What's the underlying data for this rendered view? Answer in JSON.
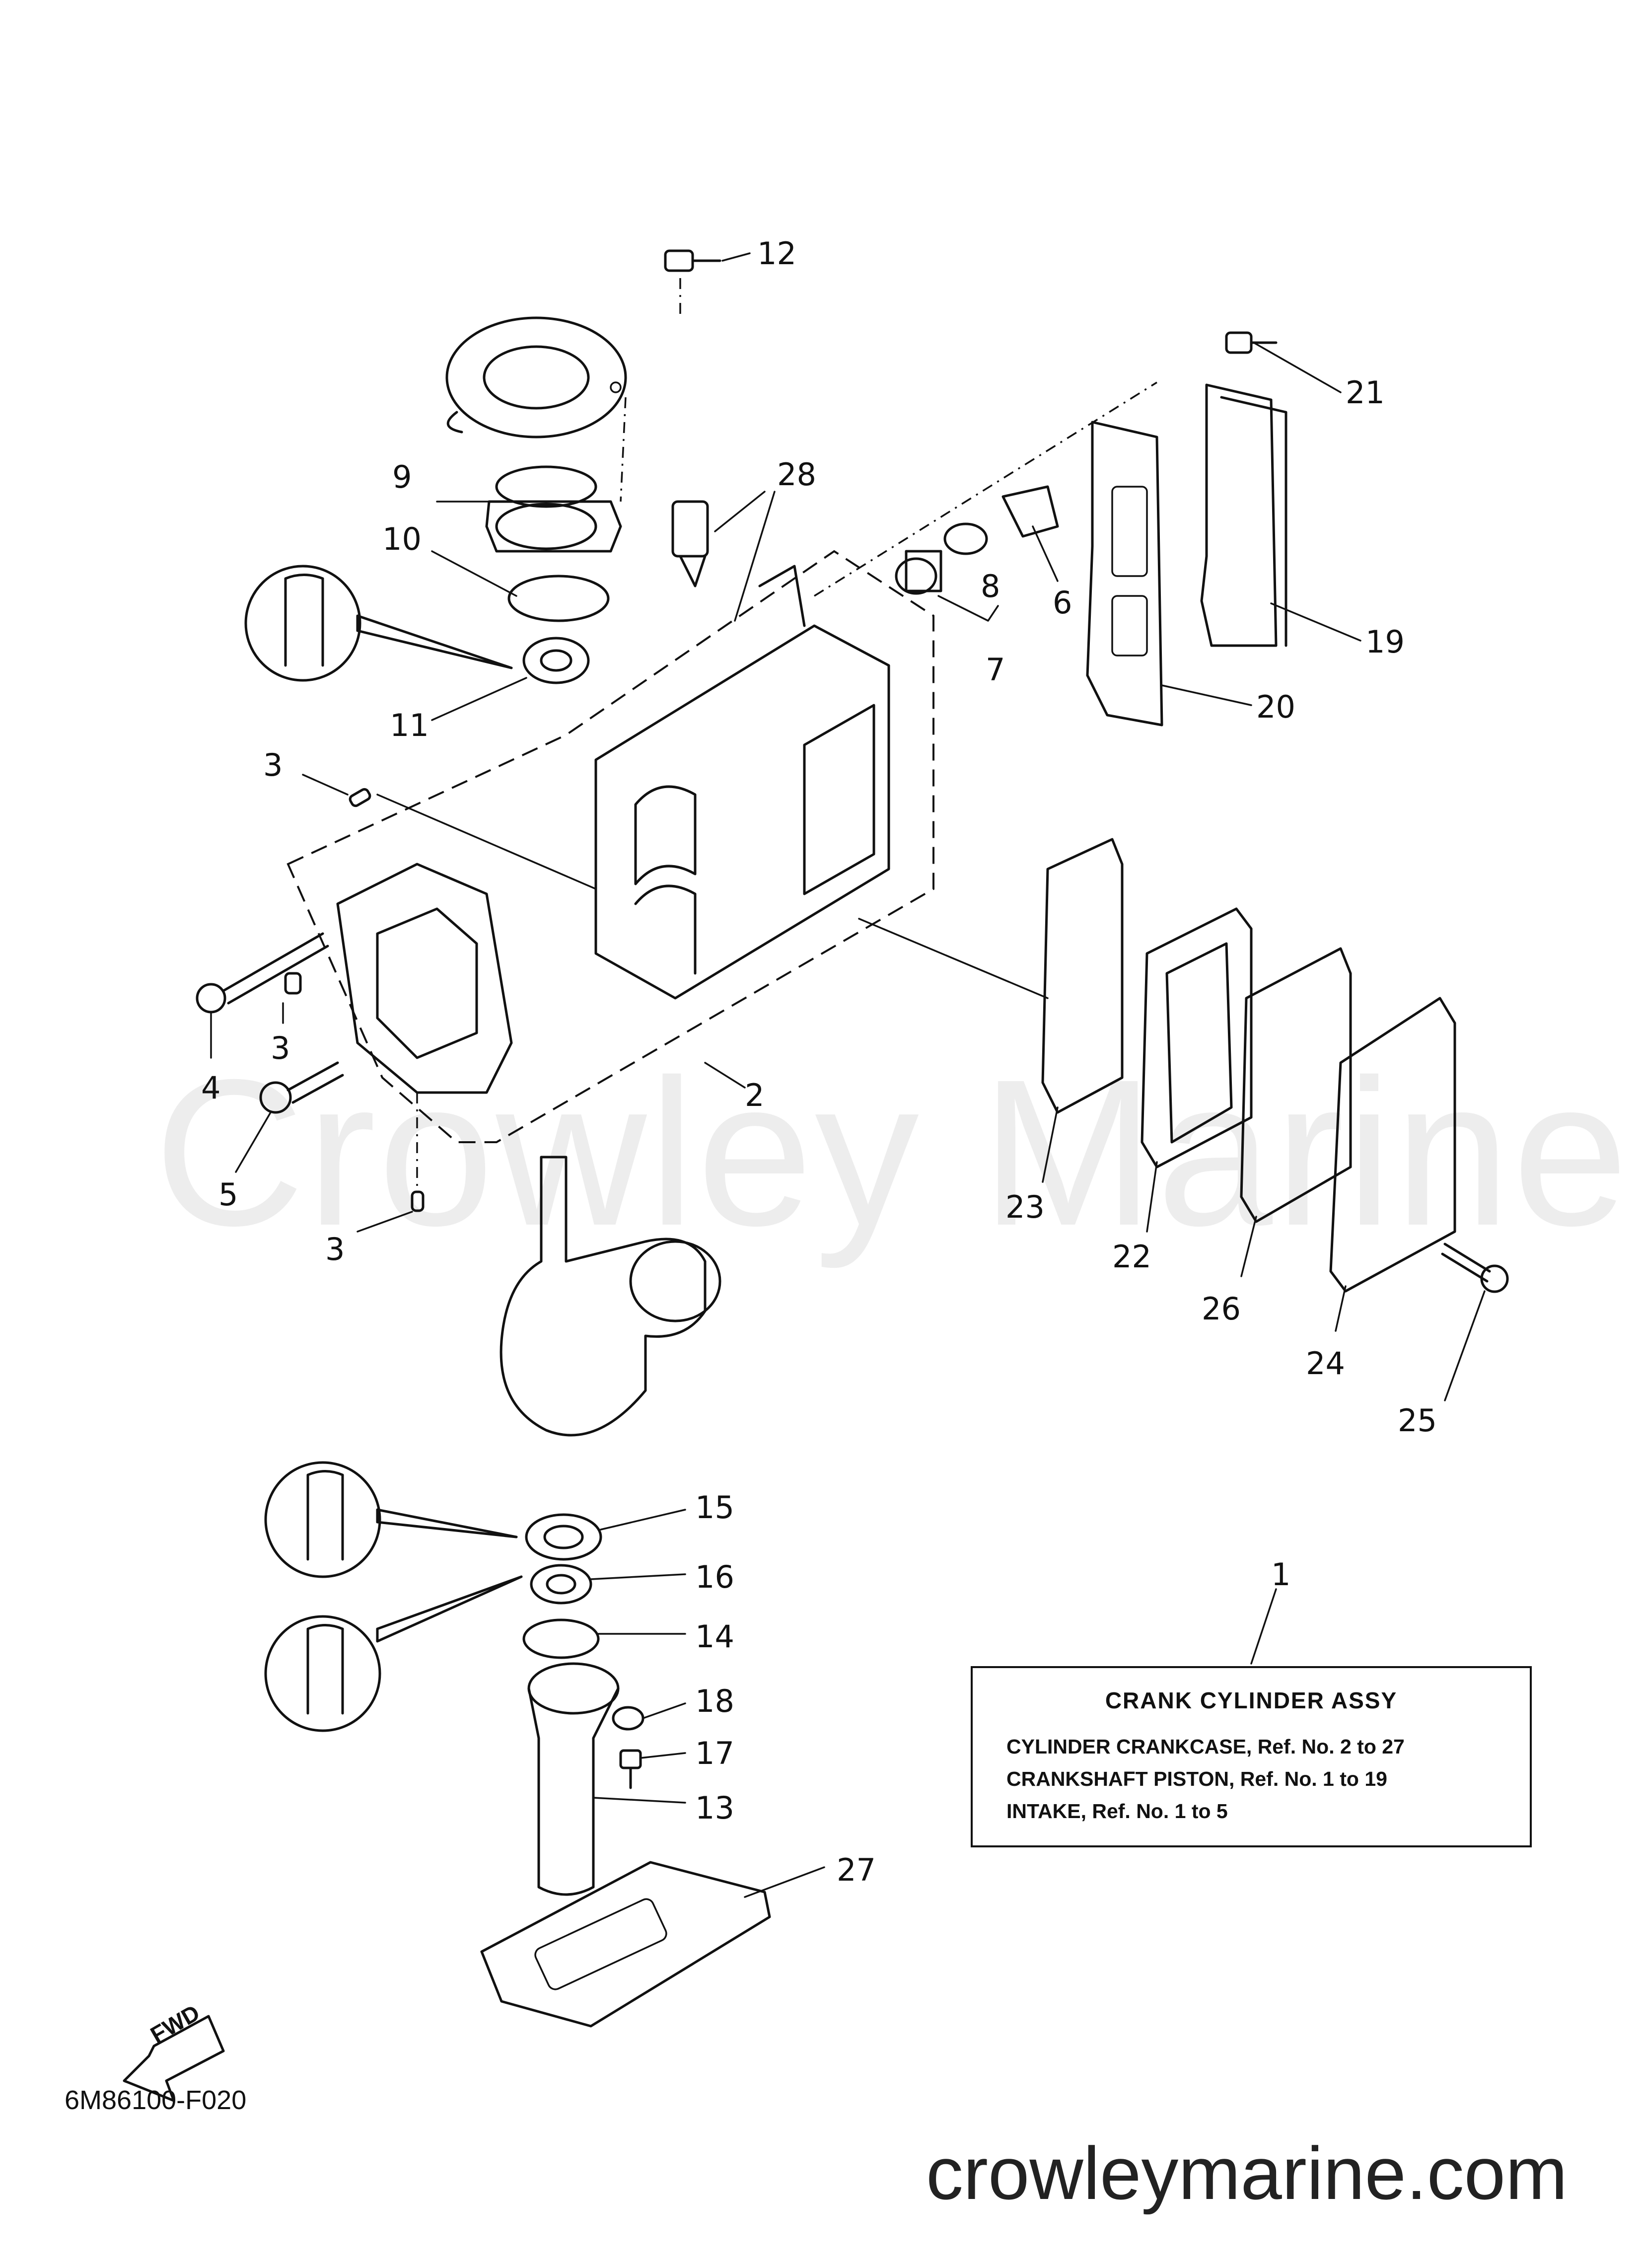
{
  "watermark": "Crowley Marine",
  "callouts": [
    {
      "id": "n1",
      "text": "1"
    },
    {
      "id": "n2",
      "text": "2"
    },
    {
      "id": "n3a",
      "text": "3"
    },
    {
      "id": "n3b",
      "text": "3"
    },
    {
      "id": "n3c",
      "text": "3"
    },
    {
      "id": "n4",
      "text": "4"
    },
    {
      "id": "n5",
      "text": "5"
    },
    {
      "id": "n6",
      "text": "6"
    },
    {
      "id": "n7",
      "text": "7"
    },
    {
      "id": "n8",
      "text": "8"
    },
    {
      "id": "n9",
      "text": "9"
    },
    {
      "id": "n10",
      "text": "10"
    },
    {
      "id": "n11",
      "text": "11"
    },
    {
      "id": "n12",
      "text": "12"
    },
    {
      "id": "n13",
      "text": "13"
    },
    {
      "id": "n14",
      "text": "14"
    },
    {
      "id": "n15",
      "text": "15"
    },
    {
      "id": "n16",
      "text": "16"
    },
    {
      "id": "n17",
      "text": "17"
    },
    {
      "id": "n18",
      "text": "18"
    },
    {
      "id": "n19",
      "text": "19"
    },
    {
      "id": "n20",
      "text": "20"
    },
    {
      "id": "n21",
      "text": "21"
    },
    {
      "id": "n22",
      "text": "22"
    },
    {
      "id": "n23",
      "text": "23"
    },
    {
      "id": "n24",
      "text": "24"
    },
    {
      "id": "n25",
      "text": "25"
    },
    {
      "id": "n26",
      "text": "26"
    },
    {
      "id": "n27",
      "text": "27"
    },
    {
      "id": "n28",
      "text": "28"
    }
  ],
  "assy_box": {
    "title": "CRANK  CYLINDER ASSY",
    "lines": [
      "CYLINDER CRANKCASE, Ref. No. 2 to 27",
      "CRANKSHAFT PISTON,     Ref. No. 1 to 19",
      "INTAKE,  Ref. No. 1 to 5"
    ]
  },
  "fwd_label": "FWD",
  "diagram_code": "6M86100-F020",
  "site": "crowleymarine.com"
}
